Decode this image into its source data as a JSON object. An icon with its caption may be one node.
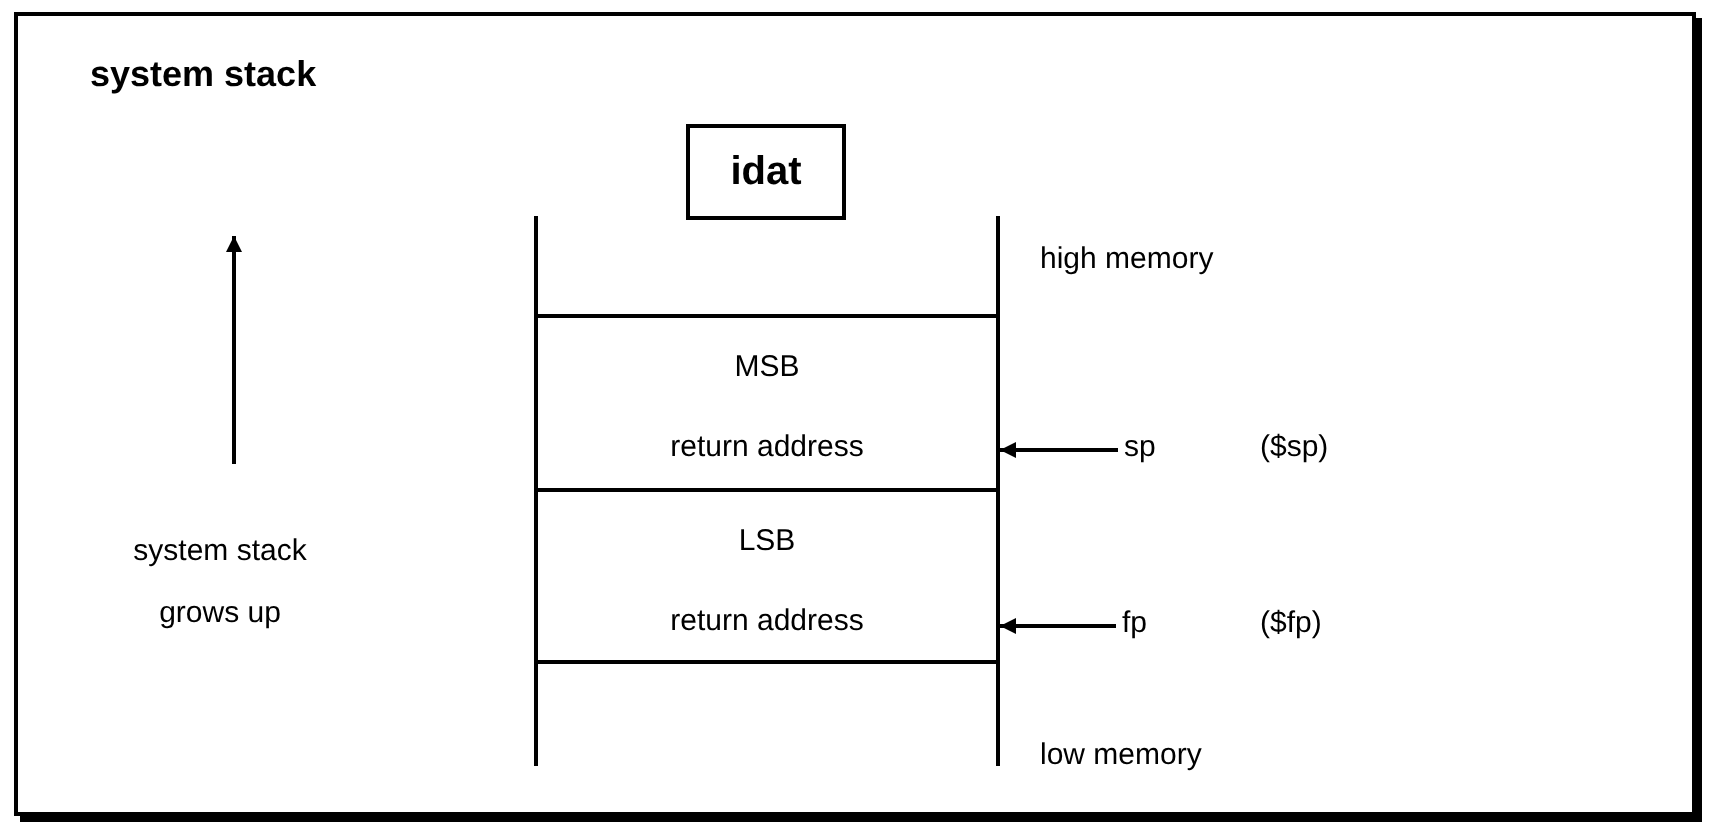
{
  "diagram": {
    "title": "system stack",
    "nodes": [
      {
        "text": [
          "idat"
        ]
      },
      {
        "text": [
          "MSB",
          "return address"
        ]
      },
      {
        "text": [
          "LSB",
          "return address"
        ]
      },
      {
        "text": [
          "sp"
        ]
      },
      {
        "text": [
          "fp"
        ]
      }
    ],
    "edges": [
      {
        "from": 3,
        "to": 1,
        "arrow": "to"
      },
      {
        "from": 4,
        "to": 2,
        "arrow": "to"
      }
    ],
    "labels": [
      "high memory",
      "($sp)",
      "system stack grows up",
      "($fp)",
      "low memory"
    ]
  }
}
